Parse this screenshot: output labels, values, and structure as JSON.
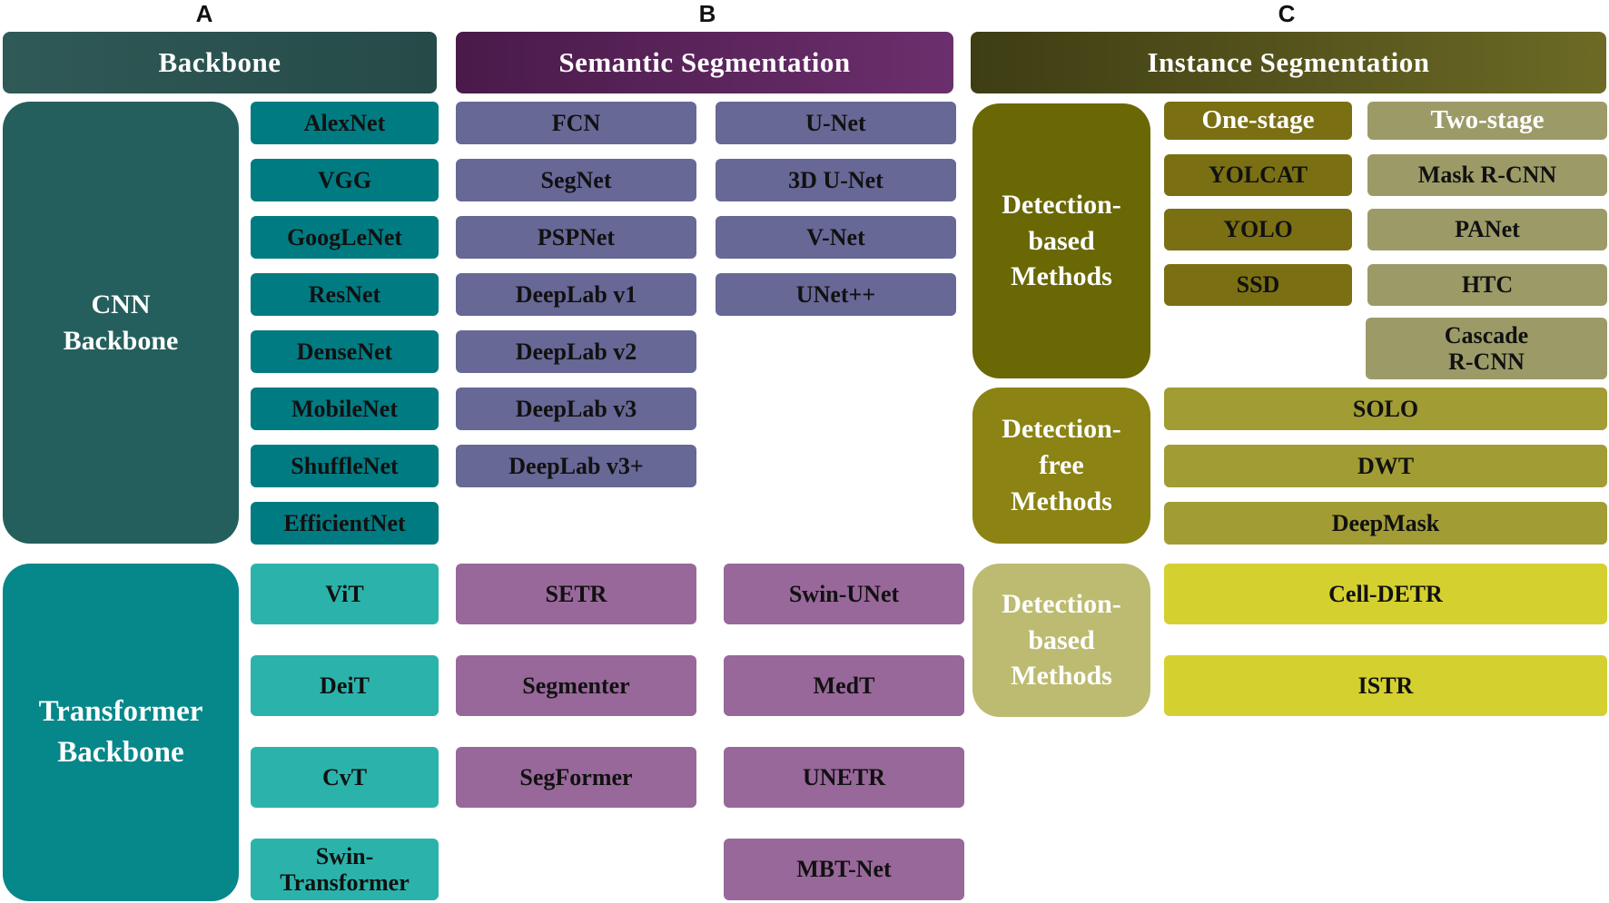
{
  "panel_labels": {
    "a": "A",
    "b": "B",
    "c": "C"
  },
  "headers": {
    "backbone": "Backbone",
    "semantic": "Semantic Segmentation",
    "instance": "Instance Segmentation"
  },
  "backbone": {
    "cnn_label": "CNN\nBackbone",
    "cnn_items": [
      "AlexNet",
      "VGG",
      "GoogLeNet",
      "ResNet",
      "DenseNet",
      "MobileNet",
      "ShuffleNet",
      "EfficientNet"
    ],
    "transformer_label": "Transformer\nBackbone",
    "transformer_items": [
      "ViT",
      "DeiT",
      "CvT",
      "Swin-\nTransformer"
    ]
  },
  "semantic": {
    "cnn_col1": [
      "FCN",
      "SegNet",
      "PSPNet",
      "DeepLab v1",
      "DeepLab v2",
      "DeepLab v3",
      "DeepLab v3+"
    ],
    "cnn_col2": [
      "U-Net",
      "3D U-Net",
      "V-Net",
      "UNet++"
    ],
    "tr_col1": [
      "SETR",
      "Segmenter",
      "SegFormer"
    ],
    "tr_col2": [
      "Swin-UNet",
      "MedT",
      "UNETR",
      "MBT-Net"
    ]
  },
  "instance": {
    "det_label": "Detection-\nbased\nMethods",
    "one_stage_header": "One-stage",
    "one_stage": [
      "YOLCAT",
      "YOLO",
      "SSD"
    ],
    "two_stage_header": "Two-stage",
    "two_stage": [
      "Mask R-CNN",
      "PANet",
      "HTC",
      "Cascade\nR-CNN"
    ],
    "free_label": "Detection-\nfree\nMethods",
    "free_items": [
      "SOLO",
      "DWT",
      "DeepMask"
    ],
    "detr_label": "Detection-\nbased\nMethods",
    "detr_items": [
      "Cell-DETR",
      "ISTR"
    ]
  }
}
